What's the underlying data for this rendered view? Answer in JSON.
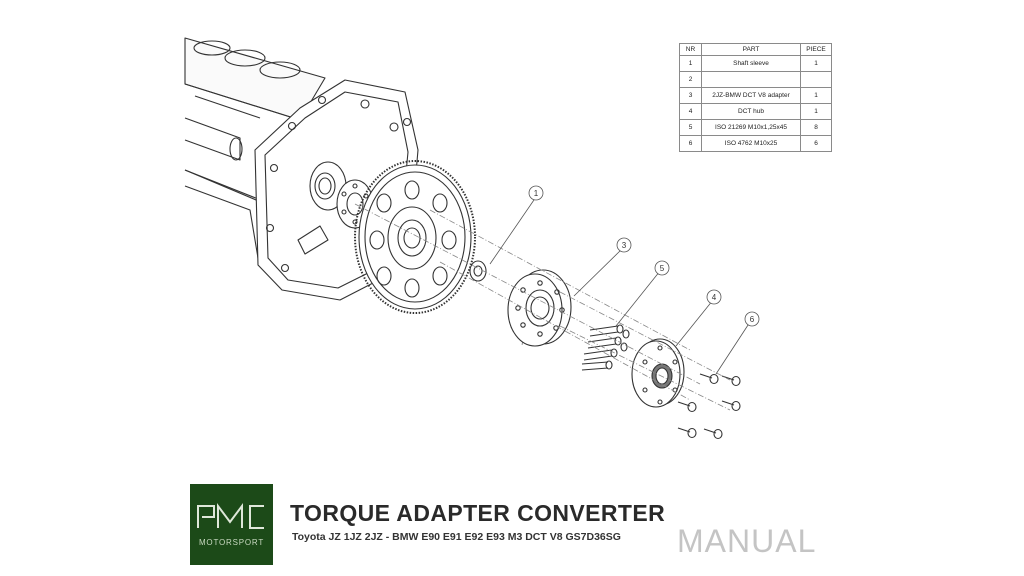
{
  "parts_table": {
    "headers": {
      "nr": "NR",
      "part": "PART",
      "piece": "PIECE"
    },
    "rows": [
      {
        "nr": "1",
        "part": "Shaft sleeve",
        "piece": "1"
      },
      {
        "nr": "2",
        "part": "",
        "piece": ""
      },
      {
        "nr": "3",
        "part": "2JZ-BMW DCT V8 adapter",
        "piece": "1"
      },
      {
        "nr": "4",
        "part": "DCT hub",
        "piece": "1"
      },
      {
        "nr": "5",
        "part": "ISO 21269 M10x1,25x45",
        "piece": "8"
      },
      {
        "nr": "6",
        "part": "ISO 4762 M10x25",
        "piece": "6"
      }
    ]
  },
  "callouts": [
    "1",
    "3",
    "5",
    "4",
    "6"
  ],
  "logo": {
    "mark": "PMC",
    "sub": "MOTORSPORT",
    "bg_color": "#1c4a18"
  },
  "title": "TORQUE ADAPTER CONVERTER",
  "subtitle": "Toyota JZ 1JZ 2JZ - BMW E90 E91 E92 E93 M3 DCT V8 GS7D36SG",
  "manual_label": "MANUAL"
}
